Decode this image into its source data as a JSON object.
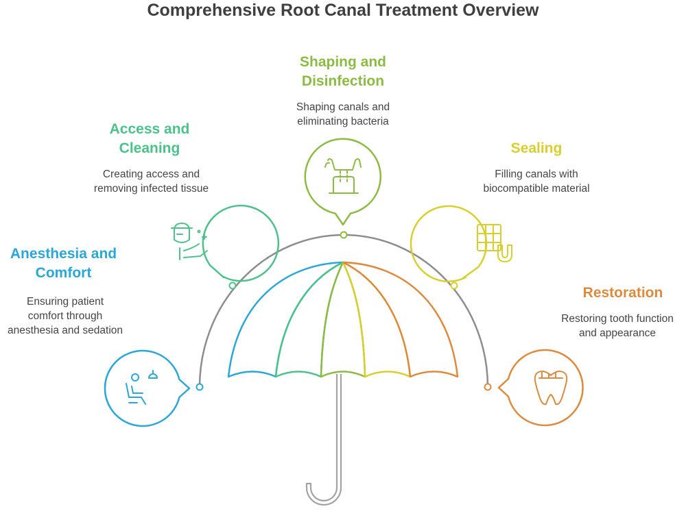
{
  "title": "Comprehensive Root Canal Treatment Overview",
  "colors": {
    "blue": "#2aa7d6",
    "green": "#4cc28a",
    "lime": "#8cbb44",
    "yellow": "#d8cf2f",
    "orange": "#dd8a3d",
    "gray": "#8d8d8d"
  },
  "steps": [
    {
      "label_lines": [
        "Anesthesia and",
        "Comfort"
      ],
      "desc_lines": [
        "Ensuring patient",
        "comfort through",
        "anesthesia and sedation"
      ],
      "icon": "dental-chair-icon",
      "color": "#2aa7d6"
    },
    {
      "label_lines": [
        "Access and",
        "Cleaning"
      ],
      "desc_lines": [
        "Creating access and",
        "removing infected tissue"
      ],
      "icon": "dentist-icon",
      "color": "#4cc28a"
    },
    {
      "label_lines": [
        "Shaping and",
        "Disinfection"
      ],
      "desc_lines": [
        "Shaping canals and",
        "eliminating bacteria"
      ],
      "icon": "tooth-canals-icon",
      "color": "#8cbb44"
    },
    {
      "label_lines": [
        "Sealing"
      ],
      "desc_lines": [
        "Filling canals with",
        "biocompatible material"
      ],
      "icon": "filling-icon",
      "color": "#d8cf2f"
    },
    {
      "label_lines": [
        "Restoration"
      ],
      "desc_lines": [
        "Restoring tooth function",
        "and appearance"
      ],
      "icon": "tooth-crown-icon",
      "color": "#dd8a3d"
    }
  ]
}
